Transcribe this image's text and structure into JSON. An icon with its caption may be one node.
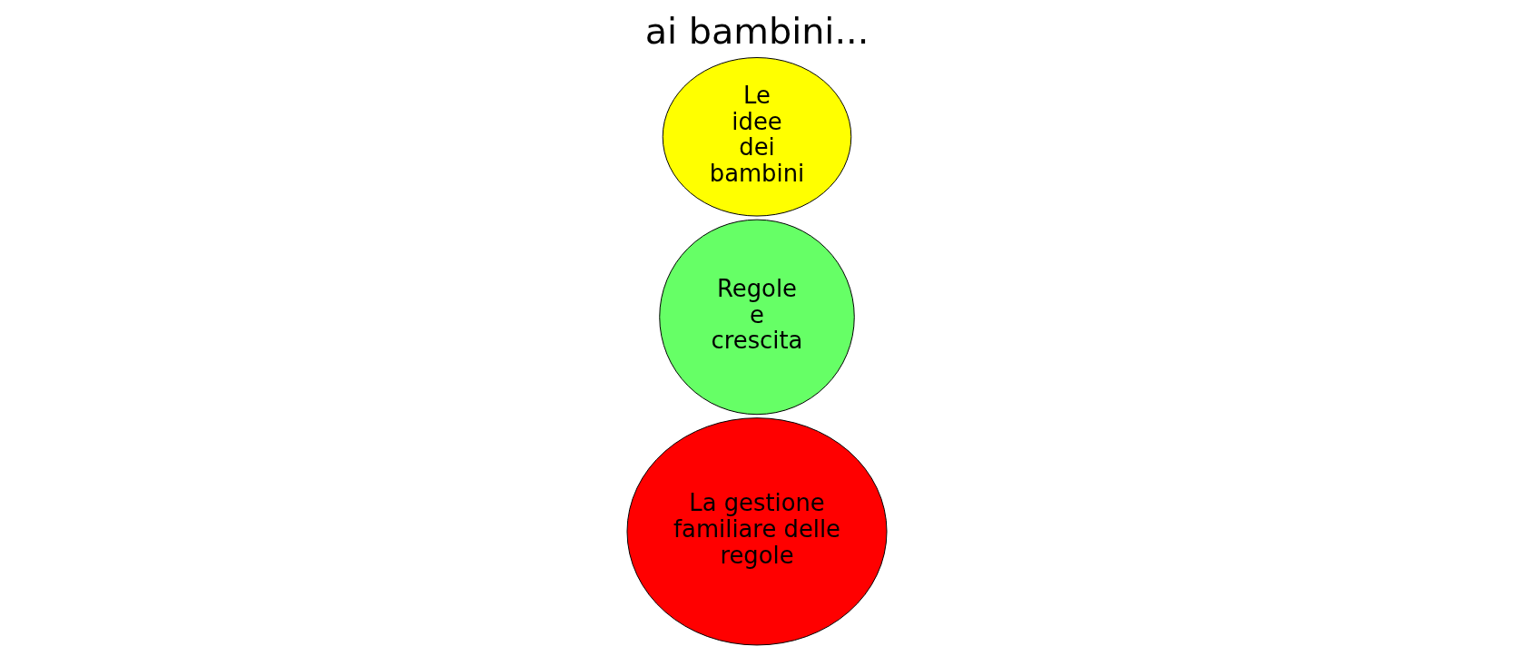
{
  "diagram": {
    "title": "ai bambini...",
    "nodes": [
      {
        "text": [
          "Le idee dei bambini"
        ]
      },
      {
        "text": [
          "Regole e crescita"
        ]
      },
      {
        "text": [
          "La gestione familiare delle regole"
        ]
      }
    ]
  }
}
